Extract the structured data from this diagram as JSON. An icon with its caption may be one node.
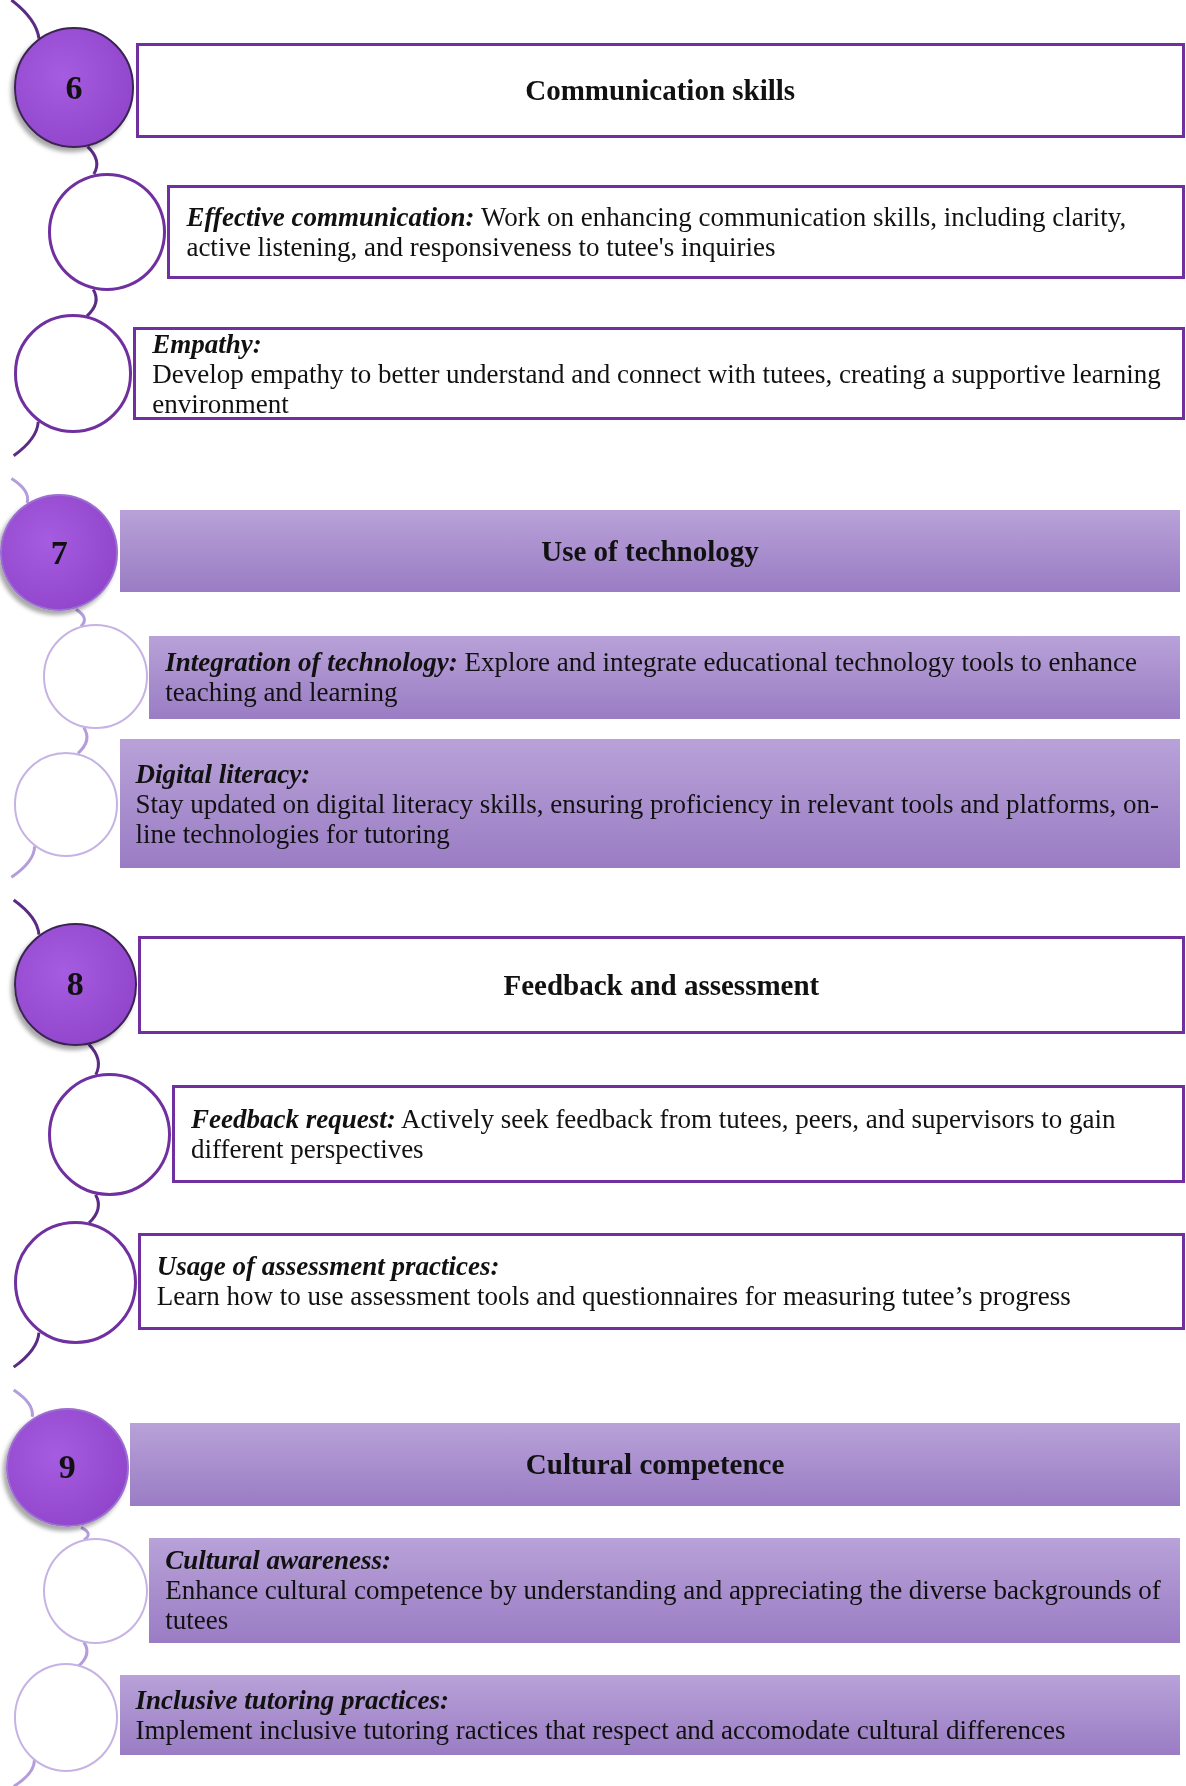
{
  "diagram": {
    "nodes": [
      {
        "text": [
          "6"
        ]
      },
      {
        "text": [
          "Communication skills"
        ]
      },
      {
        "text": [],
        "shape": "circle"
      },
      {
        "text": [
          "Effective communication:",
          "Work on enhancing communication skills, including clarity, active listening, and responsiveness to tutee's inquiries"
        ]
      },
      {
        "text": [],
        "shape": "circle"
      },
      {
        "text": [
          "Empathy:",
          "Develop empathy to better understand and connect with tutees, creating a supportive learning environment"
        ]
      },
      {
        "text": [
          "7"
        ]
      },
      {
        "text": [
          "Use of technology"
        ]
      },
      {
        "text": [],
        "shape": "circle"
      },
      {
        "text": [
          "Integration of technology:",
          "Explore and integrate educational technology tools to enhance teaching and learning"
        ]
      },
      {
        "text": [],
        "shape": "circle"
      },
      {
        "text": [
          "Digital literacy:",
          "Stay updated on digital literacy skills, ensuring proficiency in relevant tools and platforms, on-line technologies for tutoring"
        ]
      },
      {
        "text": [
          "8"
        ]
      },
      {
        "text": [
          "Feedback and assessment"
        ]
      },
      {
        "text": [],
        "shape": "circle"
      },
      {
        "text": [
          "Feedback request:",
          "Actively seek feedback from tutees, peers, and supervisors to gain different perspectives"
        ]
      },
      {
        "text": [],
        "shape": "circle"
      },
      {
        "text": [
          "Usage of assessment practices:",
          "Learn how to use assessment tools and questionnaires for measuring tutee’s progress"
        ]
      },
      {
        "text": [
          "9"
        ]
      },
      {
        "text": [
          "Cultural competence"
        ]
      },
      {
        "text": [],
        "shape": "circle"
      },
      {
        "text": [
          "Cultural awareness:",
          "Enhance cultural competence by understanding and appreciating the diverse backgrounds of tutees"
        ]
      },
      {
        "text": [],
        "shape": "circle"
      },
      {
        "text": [
          "Inclusive tutoring practices:",
          "Implement inclusive tutoring ractices that respect and accomodate cultural differences"
        ]
      }
    ],
    "edges": [
      {
        "from": null,
        "to": 0,
        "arrow": "none"
      },
      {
        "from": 0,
        "to": 2,
        "arrow": "none"
      },
      {
        "from": 2,
        "to": 4,
        "arrow": "none"
      },
      {
        "from": 4,
        "to": null,
        "arrow": "none"
      },
      {
        "from": null,
        "to": 6,
        "arrow": "none",
        "color": "#b39ddb"
      },
      {
        "from": 6,
        "to": 8,
        "arrow": "none",
        "color": "#b39ddb"
      },
      {
        "from": 8,
        "to": 10,
        "arrow": "none",
        "color": "#b39ddb"
      },
      {
        "from": 10,
        "to": null,
        "arrow": "none",
        "color": "#b39ddb"
      },
      {
        "from": null,
        "to": 12,
        "arrow": "none"
      },
      {
        "from": 12,
        "to": 14,
        "arrow": "none"
      },
      {
        "from": 14,
        "to": 16,
        "arrow": "none"
      },
      {
        "from": 16,
        "to": null,
        "arrow": "none"
      },
      {
        "from": null,
        "to": 18,
        "arrow": "none",
        "color": "#b39ddb"
      },
      {
        "from": 18,
        "to": 20,
        "arrow": "none",
        "color": "#b39ddb"
      },
      {
        "from": 20,
        "to": 22,
        "arrow": "none",
        "color": "#b39ddb"
      },
      {
        "from": 22,
        "to": null,
        "arrow": "none",
        "color": "#b39ddb"
      }
    ]
  }
}
